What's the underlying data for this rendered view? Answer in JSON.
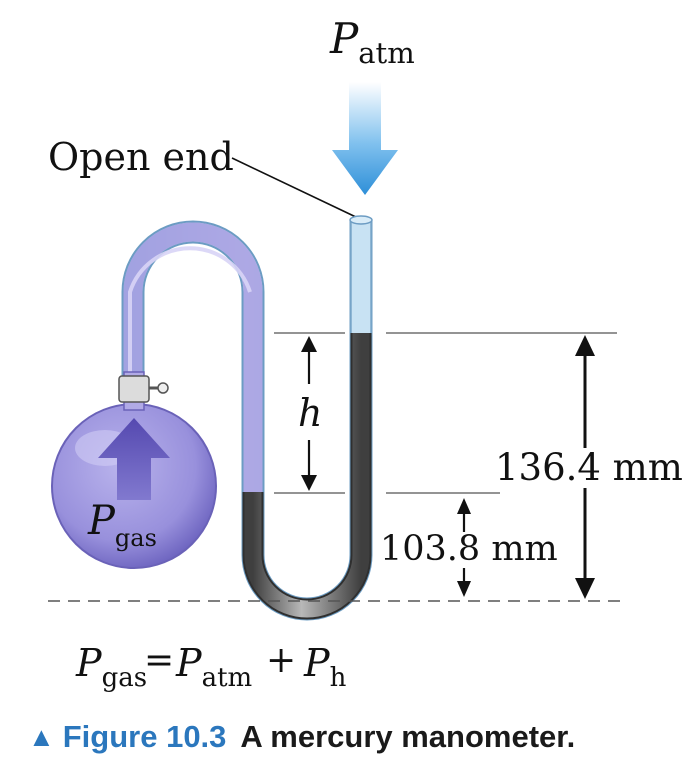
{
  "labels": {
    "p_atm": {
      "symbol": "P",
      "subscript": "atm"
    },
    "open_end": "Open end",
    "h": "h",
    "height_total": "136.4 mm",
    "height_low": "103.8 mm",
    "p_gas": {
      "symbol": "P",
      "subscript": "gas"
    }
  },
  "equation": {
    "lhs": {
      "symbol": "P",
      "subscript": "gas"
    },
    "equals": "=",
    "term1": {
      "symbol": "P",
      "subscript": "atm"
    },
    "plus": "+",
    "term2": {
      "symbol": "P",
      "subscript": "h"
    }
  },
  "caption": {
    "marker": "▲",
    "number": "Figure 10.3",
    "text": "A mercury manometer."
  },
  "colors": {
    "arrow_blue": "#2e8fd8",
    "bulb_purple": "#8f86d6",
    "gas_arrow": "#5b4fb0",
    "mercury": "#5d5d5d",
    "tube_glass": "#b9d8ec"
  }
}
